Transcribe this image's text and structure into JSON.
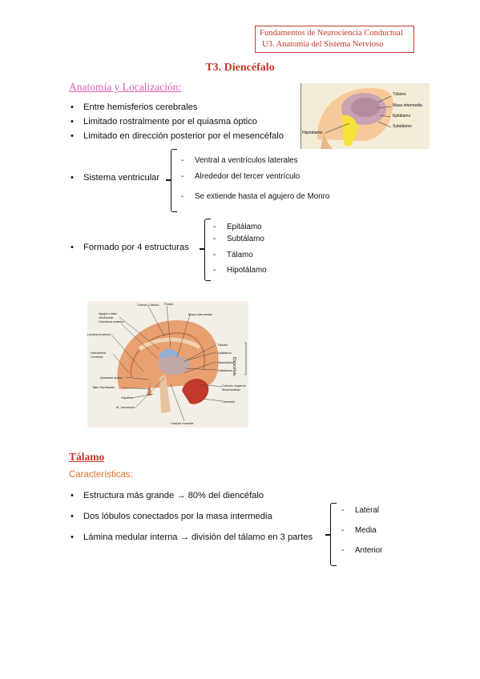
{
  "header": {
    "line1": "Fundamentos de Neurociencia Conductual",
    "line2": "U3. Anatomía del Sistema Nervioso"
  },
  "title": "T3. Diencéfalo",
  "section1": {
    "heading": "Anatomía y Localización:",
    "bullets": [
      "Entre hemisferios cerebrales",
      "Limitado rostralmente por el quiasma óptico",
      "Limitado en dirección posterior por el mesencéfalo"
    ],
    "ventricular": {
      "label": "Sistema ventricular",
      "items": [
        "Ventral a ventrículos laterales",
        "Alrededor del tercer ventrículo",
        "Se extiende hasta el agujero de Monro"
      ]
    },
    "structures": {
      "label": "Formado por 4 estructuras",
      "items": [
        "Epitálamo",
        "Subtálamo",
        "Tálamo",
        "Hipotálamo"
      ]
    },
    "figure1_labels": [
      "Tálamo",
      "Masa intermedia",
      "Epitálamo",
      "Subtálamo",
      "Hipotálamo"
    ],
    "figure2_labels": {
      "left": [
        "Agujero inter-ventricular",
        "Comisura anterior",
        "Lámina terminal",
        "Hemisferio Cerebral",
        "Quiasma óptico",
        "Tallo Hipofisario",
        "Hipófisis",
        "III. Ventrículo"
      ],
      "top": [
        "Cuerpo Calloso",
        "Fórnix",
        "Masa intermedia"
      ],
      "right": [
        "Tálamo",
        "Epitálamo",
        "Hipotálamo",
        "Subtálamo",
        "Colículo superior Mesencéfalo",
        "Cerebelo"
      ],
      "bottom": "Cuerpo mamilar",
      "side": "Diencéfalo"
    }
  },
  "section2": {
    "heading": "Tálamo",
    "subheading": "Características:",
    "bullets": [
      "Estructura más grande → 80% del diencéfalo",
      "Dos lóbulos conectados por la masa intermedia",
      "Lámina medular interna → división del tálamo en 3 partes"
    ],
    "parts": [
      "Lateral",
      "Media",
      "Anterior"
    ]
  },
  "colors": {
    "accent_red": "#c0392b",
    "pink": "#e05cb5",
    "orange": "#e07030"
  }
}
